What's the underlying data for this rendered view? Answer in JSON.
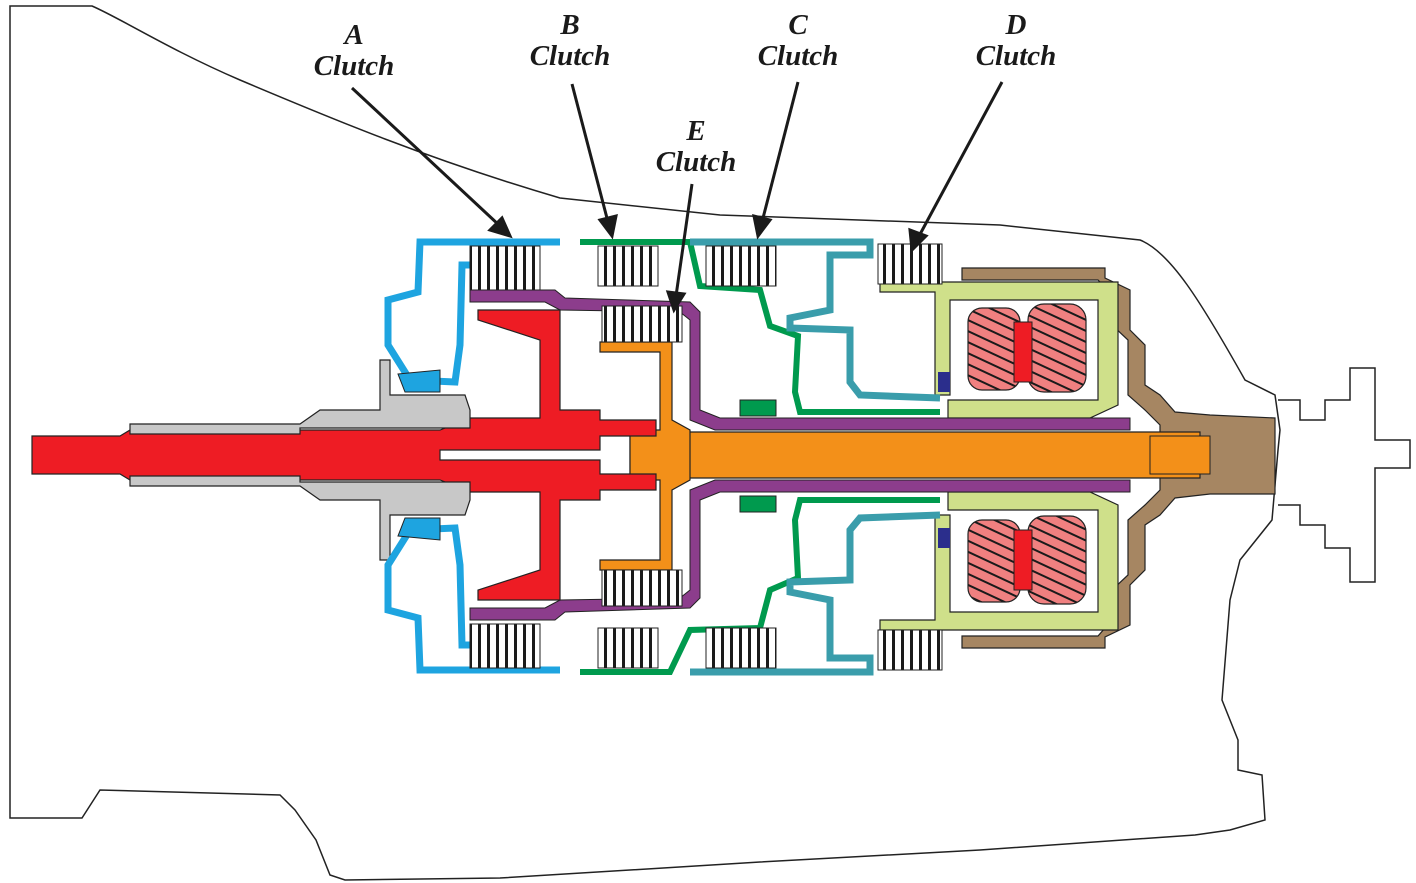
{
  "labels": {
    "a": {
      "letter": "A",
      "word": "Clutch"
    },
    "b": {
      "letter": "B",
      "word": "Clutch"
    },
    "c": {
      "letter": "C",
      "word": "Clutch"
    },
    "d": {
      "letter": "D",
      "word": "Clutch"
    },
    "e": {
      "letter": "E",
      "word": "Clutch"
    }
  },
  "colors": {
    "outline": "#222222",
    "a_clutch": "#1ea4e0",
    "b_clutch": "#009a4e",
    "c_clutch": "#3a9dab",
    "d_clutch": "#cfe08a",
    "e_clutch": "#f08a1c",
    "input_shaft": "#ee1c24",
    "output_shaft": "#f39019",
    "shell": "#8c3d8c",
    "pump": "#c8c8c8",
    "housing": "#a68662",
    "planetary": "#f08080",
    "marker": "#2b2e8c"
  }
}
